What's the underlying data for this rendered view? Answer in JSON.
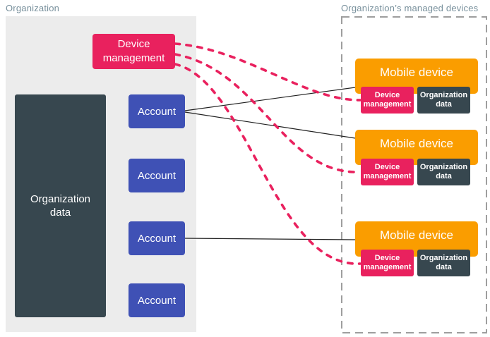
{
  "org_panel": {
    "title": "Organization",
    "org_data_label": "Organization data",
    "device_management_label": "Device management",
    "accounts": [
      "Account",
      "Account",
      "Account",
      "Account"
    ]
  },
  "devices_panel": {
    "title": "Organization’s managed devices",
    "devices": [
      {
        "label": "Mobile device",
        "device_management_label": "Device management",
        "org_data_label": "Organization data"
      },
      {
        "label": "Mobile device",
        "device_management_label": "Device management",
        "org_data_label": "Organization data"
      },
      {
        "label": "Mobile device",
        "device_management_label": "Device management",
        "org_data_label": "Organization data"
      }
    ]
  },
  "connections": {
    "policy_links": [
      {
        "from": "device-management",
        "to": "mobile-device-1-device-management",
        "style": "pink-dashed"
      },
      {
        "from": "device-management",
        "to": "mobile-device-2-device-management",
        "style": "pink-dashed"
      },
      {
        "from": "device-management",
        "to": "mobile-device-3-device-management",
        "style": "pink-dashed"
      }
    ],
    "account_links": [
      {
        "from": "account-1",
        "to": "mobile-device-1",
        "style": "black-solid"
      },
      {
        "from": "account-1",
        "to": "mobile-device-2",
        "style": "black-solid"
      },
      {
        "from": "account-3",
        "to": "mobile-device-3",
        "style": "black-solid"
      }
    ]
  },
  "colors": {
    "pink": "#E9215E",
    "orange": "#FA9D00",
    "indigo": "#3F51B5",
    "slate": "#37474F",
    "panel_gray": "#ECECEC",
    "label_gray_blue": "#78909C",
    "dashed_border_gray": "#9E9E9E",
    "line_black": "#212121"
  }
}
